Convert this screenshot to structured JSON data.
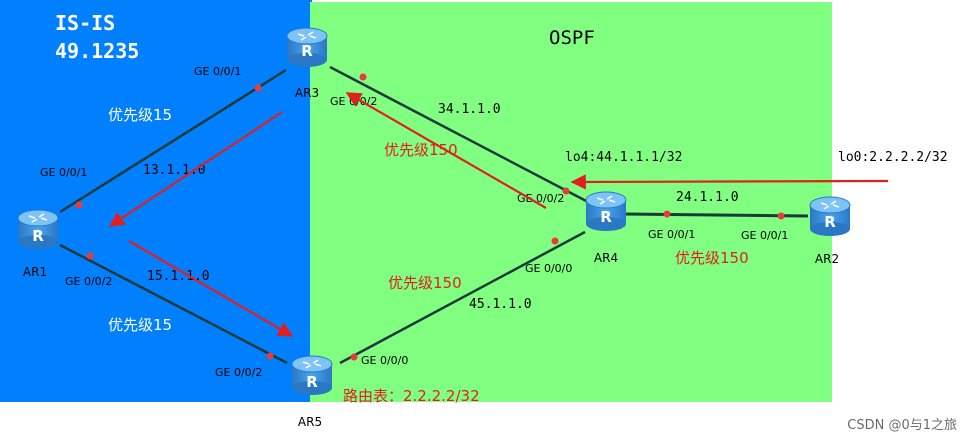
{
  "zones": {
    "isis_title": "IS-IS",
    "isis_area": "49.1235",
    "ospf_title": "OSPF"
  },
  "colors": {
    "isis_bg": "#0080ff",
    "ospf_bg": "#80ff80",
    "router_blue": "#2e86d6",
    "port_dot": "#e83b3b",
    "annotation_red": "#e02020",
    "link_dark": "#1a3a3a"
  },
  "routers": {
    "ar1": "AR1",
    "ar2": "AR2",
    "ar3": "AR3",
    "ar4": "AR4",
    "ar5": "AR5",
    "icon_letter": "R"
  },
  "interfaces": {
    "ar3_g001": "GE 0/0/1",
    "ar3_g002": "GE 0/0/2",
    "ar1_g001": "GE 0/0/1",
    "ar1_g002": "GE 0/0/2",
    "ar4_g002": "GE 0/0/2",
    "ar4_g001": "GE 0/0/1",
    "ar4_g000": "GE 0/0/0",
    "ar2_g001": "GE 0/0/1",
    "ar5_g002": "GE 0/0/2",
    "ar5_g000": "GE 0/0/0"
  },
  "networks": {
    "ar1_ar3": "13.1.1.0",
    "ar1_ar5": "15.1.1.0",
    "ar3_ar4": "34.1.1.0",
    "ar4_ar5": "45.1.1.0",
    "ar4_ar2": "24.1.1.0"
  },
  "loopbacks": {
    "ar4": "lo4:44.1.1.1/32",
    "ar2": "lo0:2.2.2.2/32"
  },
  "annotations": {
    "priority_isis_top": "优先级15",
    "priority_isis_bottom": "优先级15",
    "priority_ospf_top": "优先级150",
    "priority_ospf_bottom": "优先级150",
    "priority_ospf_ar2": "优先级150",
    "route_table": "路由表：2.2.2.2/32"
  },
  "watermark": "CSDN @0与1之旅"
}
